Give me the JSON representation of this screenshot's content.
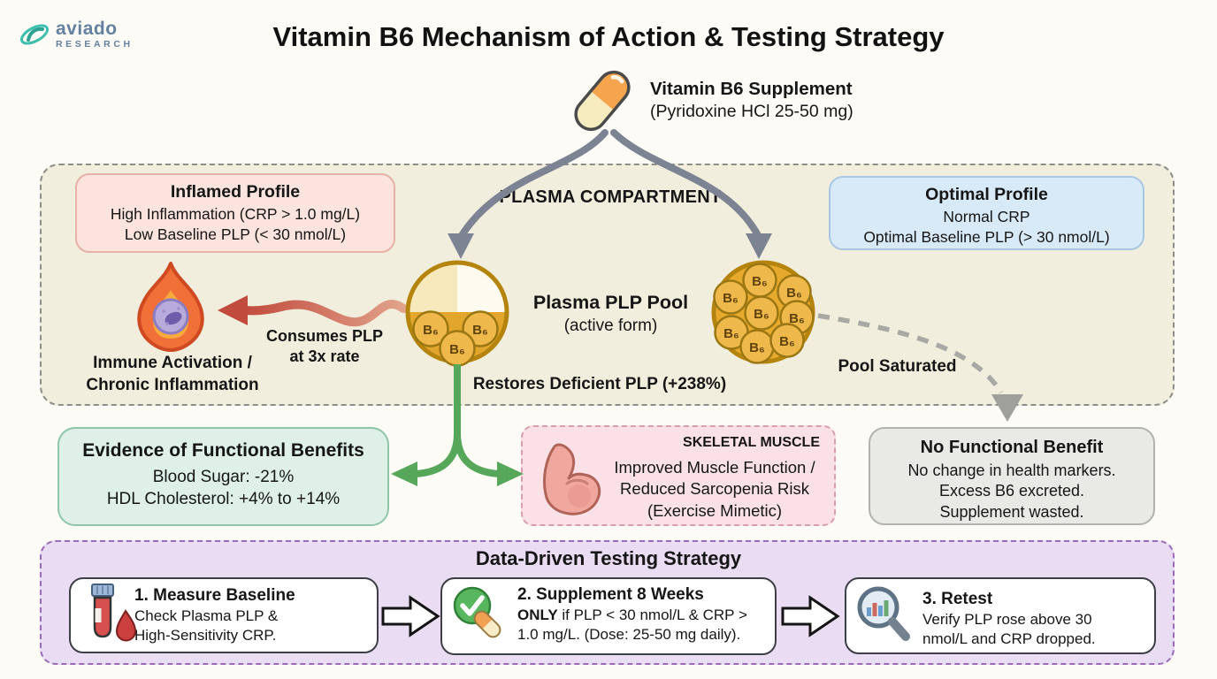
{
  "page": {
    "title": "Vitamin B6 Mechanism of Action & Testing Strategy"
  },
  "logo": {
    "name": "aviado",
    "sub": "RESEARCH"
  },
  "supplement": {
    "title": "Vitamin B6 Supplement",
    "subtitle": "(Pyridoxine HCl 25-50 mg)"
  },
  "plasma": {
    "label": "PLASMA COMPARTMENT",
    "inflamed": {
      "title": "Inflamed Profile",
      "line1": "High Inflammation (CRP > 1.0 mg/L)",
      "line2": "Low Baseline PLP (< 30 nmol/L)"
    },
    "optimal": {
      "title": "Optimal Profile",
      "line1": "Normal CRP",
      "line2": "Optimal Baseline PLP (> 30 nmol/L)"
    },
    "immune": {
      "line1": "Immune Activation /",
      "line2": "Chronic Inflammation"
    },
    "consumes": {
      "line1": "Consumes PLP",
      "line2": "at 3x rate"
    },
    "pool": {
      "title": "Plasma PLP Pool",
      "subtitle": "(active form)",
      "token": "B₆"
    },
    "restores": "Restores Deficient PLP (+238%)",
    "saturated": "Pool Saturated"
  },
  "outcomes": {
    "benefits": {
      "title": "Evidence of Functional Benefits",
      "line1": "Blood Sugar: -21%",
      "line2": "HDL Cholesterol: +4% to +14%"
    },
    "muscle": {
      "tag": "SKELETAL MUSCLE",
      "line1": "Improved Muscle Function /",
      "line2": "Reduced Sarcopenia Risk",
      "line3": "(Exercise Mimetic)"
    },
    "none": {
      "title": "No Functional Benefit",
      "line1": "No change in health markers.",
      "line2": "Excess B6 excreted.",
      "line3": "Supplement wasted."
    }
  },
  "strategy": {
    "title": "Data-Driven Testing Strategy",
    "steps": [
      {
        "title": "1. Measure Baseline",
        "line1": "Check Plasma PLP &",
        "line2": "High-Sensitivity CRP."
      },
      {
        "title": "2. Supplement 8 Weeks",
        "bold": "ONLY",
        "line1": " if PLP < 30 nmol/L & CRP >",
        "line2": "1.0 mg/L. (Dose: 25-50 mg daily)."
      },
      {
        "title": "3. Retest",
        "line1": "Verify PLP rose above 30",
        "line2": "nmol/L and CRP dropped."
      }
    ]
  },
  "icons": [
    "aviado-logo-icon",
    "capsule-icon",
    "flame-immune-cell-icon",
    "bicep-icon",
    "blood-test-icon",
    "check-capsule-icon",
    "magnifier-chart-icon"
  ],
  "colors": {
    "plasma_bg": "#f2eedd",
    "inflamed_bg": "#fbe3de",
    "optimal_bg": "#d8e9f8",
    "benefits_bg": "#def0e8",
    "muscle_bg": "#f9e1e7",
    "no_benefit_bg": "#e9e9e6",
    "strategy_bg": "#eadcf3",
    "amber_pool": "#e3a62c",
    "green_arrow": "#57a75a",
    "red_arrow": "#c14c3e",
    "gray_arrow": "#7c8494",
    "brand_teal": "#3dbfae",
    "brand_slate": "#64819f"
  }
}
